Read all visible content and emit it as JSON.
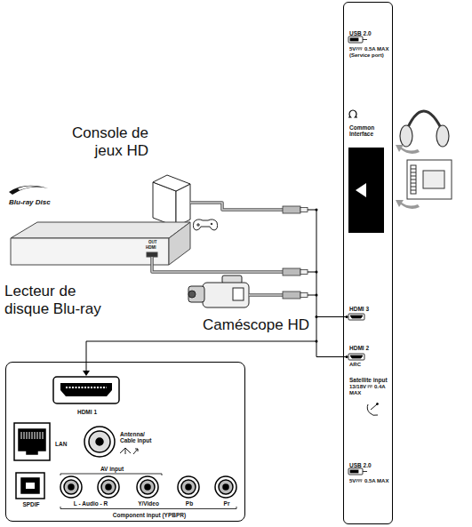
{
  "diagram": {
    "nodes": [
      {
        "text": [
          "USB 2.0",
          "5V",
          "0.5A MAX",
          "(Service port)",
          "Common Interface",
          "HDMI 3",
          "HDMI 2",
          "ARC",
          "Satellite input",
          "13/18V",
          "0.4A",
          "MAX",
          "USB 2.0",
          "5V",
          "0.5A MAX"
        ]
      },
      {
        "text": [
          "HDMI 1",
          "LAN",
          "Antenna/ Cable input",
          "AV input",
          "SPDIF",
          "L - Audio - R",
          "Y/Video",
          "Pb",
          "Pr",
          "Component input (YPBPR)"
        ]
      }
    ],
    "labels": [
      "Console de jeux HD",
      "Blu-ray Disc",
      "OUT",
      "HDMI",
      "Lecteur de disque Blu-ray",
      "Caméscope HD"
    ]
  }
}
